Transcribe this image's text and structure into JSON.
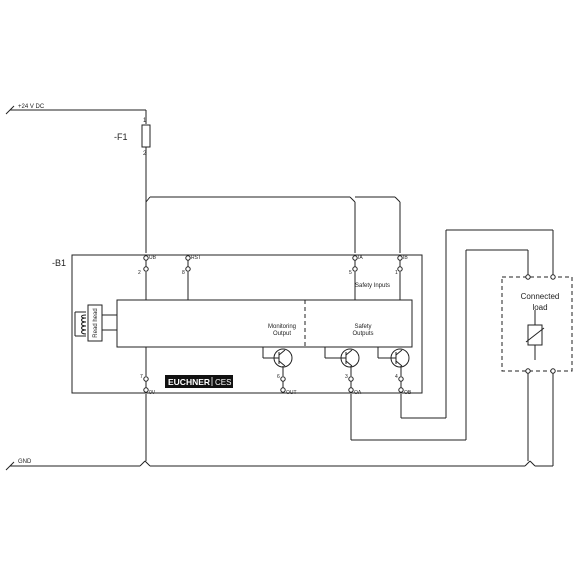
{
  "supply": {
    "label": "+24 V DC"
  },
  "ground": {
    "label": "GND"
  },
  "fuse": {
    "designator": "-F1",
    "pin_top": "1",
    "pin_bottom": "2"
  },
  "device": {
    "designator": "-B1",
    "brand": "EUCHNER",
    "product": "CES"
  },
  "terminals_top": [
    {
      "pin": "2",
      "name": "UB"
    },
    {
      "pin": "8",
      "name": "RST"
    },
    {
      "pin": "5",
      "name": "IA"
    },
    {
      "pin": "1",
      "name": "IB"
    }
  ],
  "terminals_bottom": [
    {
      "pin": "7",
      "name": "0V"
    },
    {
      "pin": "6",
      "name": "OUT"
    },
    {
      "pin": "3",
      "name": "OA"
    },
    {
      "pin": "4",
      "name": "OB"
    }
  ],
  "labels": {
    "safety_inputs": "Safety Inputs",
    "read_head": "Read head",
    "monitoring_output_l1": "Monitoring",
    "monitoring_output_l2": "Output",
    "safety_outputs_l1": "Safety",
    "safety_outputs_l2": "Outputs"
  },
  "load": {
    "label_l1": "Connected",
    "label_l2": "load"
  },
  "colors": {
    "line": "#222222",
    "logo_bg": "#111111",
    "logo_text": "#ffffff"
  }
}
